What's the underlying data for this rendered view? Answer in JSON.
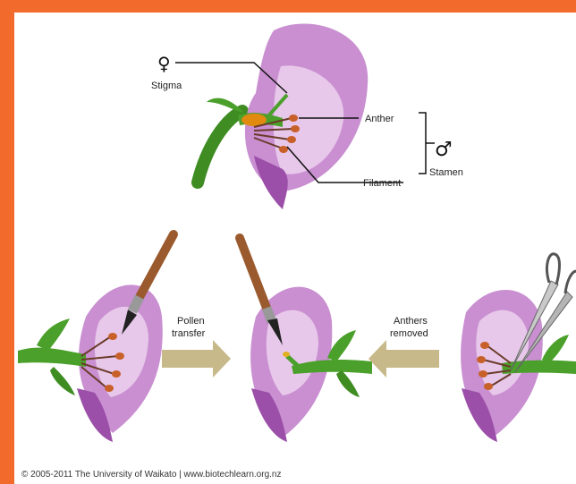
{
  "symbols": {
    "female": "♀",
    "male": "♂"
  },
  "labels": {
    "stigma": "Stigma",
    "anther": "Anther",
    "filament": "Filament",
    "stamen": "Stamen",
    "pollen_line1": "Pollen",
    "pollen_line2": "transfer",
    "anthers_line1": "Anthers",
    "anthers_line2": "removed"
  },
  "copyright": "© 2005-2011 The University of Waikato | www.biotechlearn.org.nz",
  "colors": {
    "border": "#f26a2c",
    "petal": "#c98fd1",
    "petal_inner": "#e8c8ea",
    "stem": "#4aa02a",
    "anther": "#c8602a",
    "ovary": "#e08a10",
    "arrow": "#c8b98a",
    "brush_handle": "#9a5a2e"
  }
}
